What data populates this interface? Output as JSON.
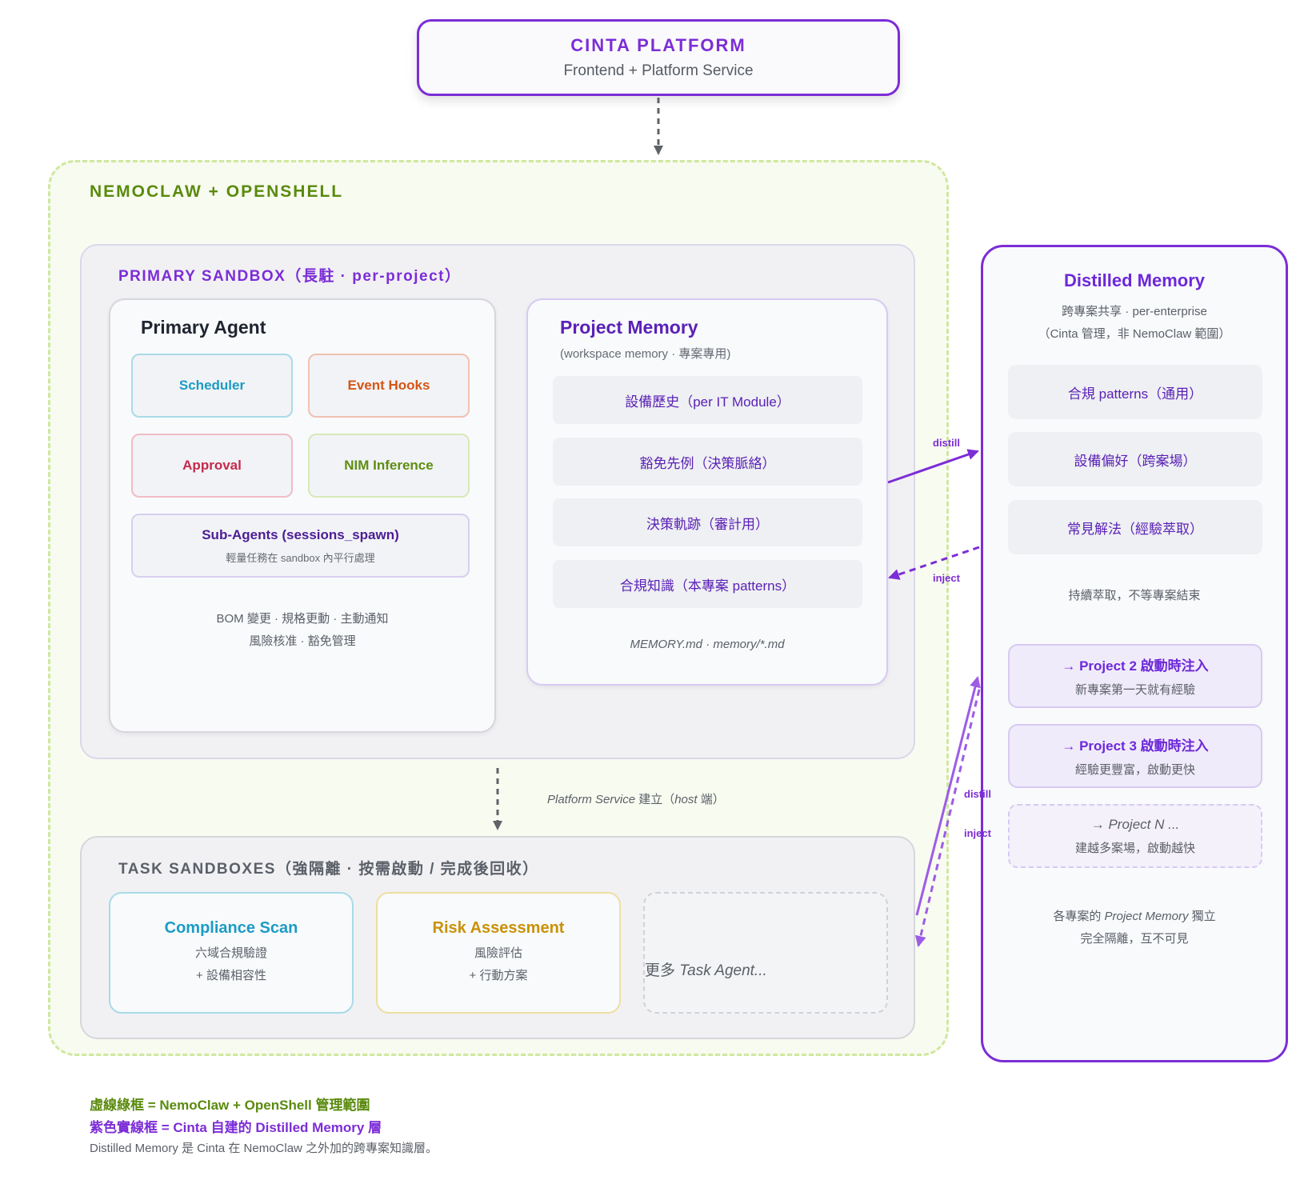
{
  "platform": {
    "title": "CINTA PLATFORM",
    "subtitle": "Frontend + Platform Service"
  },
  "nemoclaw": {
    "title": "NEMOCLAW + OPENSHELL"
  },
  "primary_sandbox": {
    "title": "PRIMARY SANDBOX（長駐 · per-project）",
    "agent": {
      "title": "Primary Agent",
      "chips": {
        "scheduler": "Scheduler",
        "event_hooks": "Event Hooks",
        "approval": "Approval",
        "nim_inference": "NIM Inference"
      },
      "sub_agents": {
        "title": "Sub-Agents (sessions_spawn)",
        "subtitle": "輕量任務在 sandbox 內平行處理"
      },
      "notes": [
        "BOM 變更 · 規格更動 · 主動通知",
        "風險核准 · 豁免管理"
      ]
    },
    "project_memory": {
      "title": "Project Memory",
      "subtitle": "(workspace memory · 專案專用)",
      "rows": [
        "設備歷史（per IT Module）",
        "豁免先例（決策脈絡）",
        "決策軌跡（審計用）",
        "合規知識（本專案 patterns）"
      ],
      "files": "MEMORY.md · memory/*.md"
    }
  },
  "platform_note": {
    "part1": "Platform Service",
    "part2": " 建立（",
    "part3": "host",
    "part4": " 端）"
  },
  "task_sandboxes": {
    "title": "TASK SANDBOXES（強隔離 · 按需啟動 / 完成後回收）",
    "cards": [
      {
        "title": "Compliance Scan",
        "lines": [
          "六域合規驗證",
          "+ 設備相容性"
        ]
      },
      {
        "title": "Risk Assessment",
        "lines": [
          "風險評估",
          "+ 行動方案"
        ]
      }
    ],
    "more": {
      "prefix": "更多 ",
      "italic": "Task Agent..."
    }
  },
  "distilled_memory": {
    "title": "Distilled Memory",
    "subtitle": [
      "跨專案共享 · per-enterprise",
      "（Cinta 管理，非 NemoClaw 範圍）"
    ],
    "rows": [
      "合規 patterns（通用）",
      "設備偏好（跨案場）",
      "常見解法（經驗萃取）"
    ],
    "note": "持續萃取，不等專案結束",
    "projects": [
      {
        "title": "→ Project 2 啟動時注入",
        "subtitle": "新專案第一天就有經驗"
      },
      {
        "title": "→ Project 3 啟動時注入",
        "subtitle": "經驗更豐富，啟動更快"
      },
      {
        "title": "→ Project N ...",
        "subtitle": "建越多案場，啟動越快"
      }
    ],
    "isolation": {
      "line1_prefix": "各專案的 ",
      "line1_italic": "Project Memory",
      "line1_suffix": " 獨立",
      "line2": "完全隔離，互不可見"
    }
  },
  "arrows": {
    "distill": "distill",
    "inject": "inject"
  },
  "legend": [
    "虛線綠框 = NemoClaw + OpenShell 管理範圍",
    "紫色實線框 = Cinta 自建的 Distilled Memory 層",
    "Distilled Memory 是 Cinta 在 NemoClaw 之外加的跨專案知識層。"
  ],
  "colors": {
    "purple": "#7c2dd6",
    "green": "#5a8a0e",
    "cyan": "#1b9cc4",
    "orange": "#d45615",
    "red": "#c52a4c",
    "gold": "#c99108",
    "gray_arrow": "#5f6368"
  }
}
